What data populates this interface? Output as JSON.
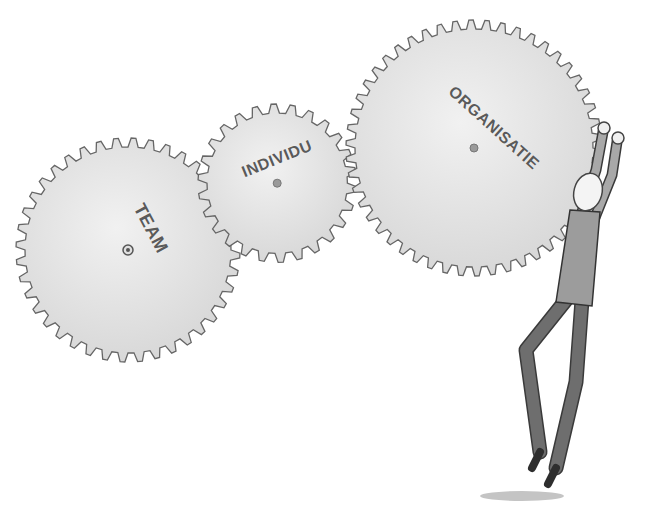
{
  "diagram": {
    "nodes": [
      {
        "text": [
          "TEAM"
        ]
      },
      {
        "text": [
          "INDIVIDU"
        ]
      },
      {
        "text": [
          "ORGANISATIE"
        ]
      }
    ]
  }
}
